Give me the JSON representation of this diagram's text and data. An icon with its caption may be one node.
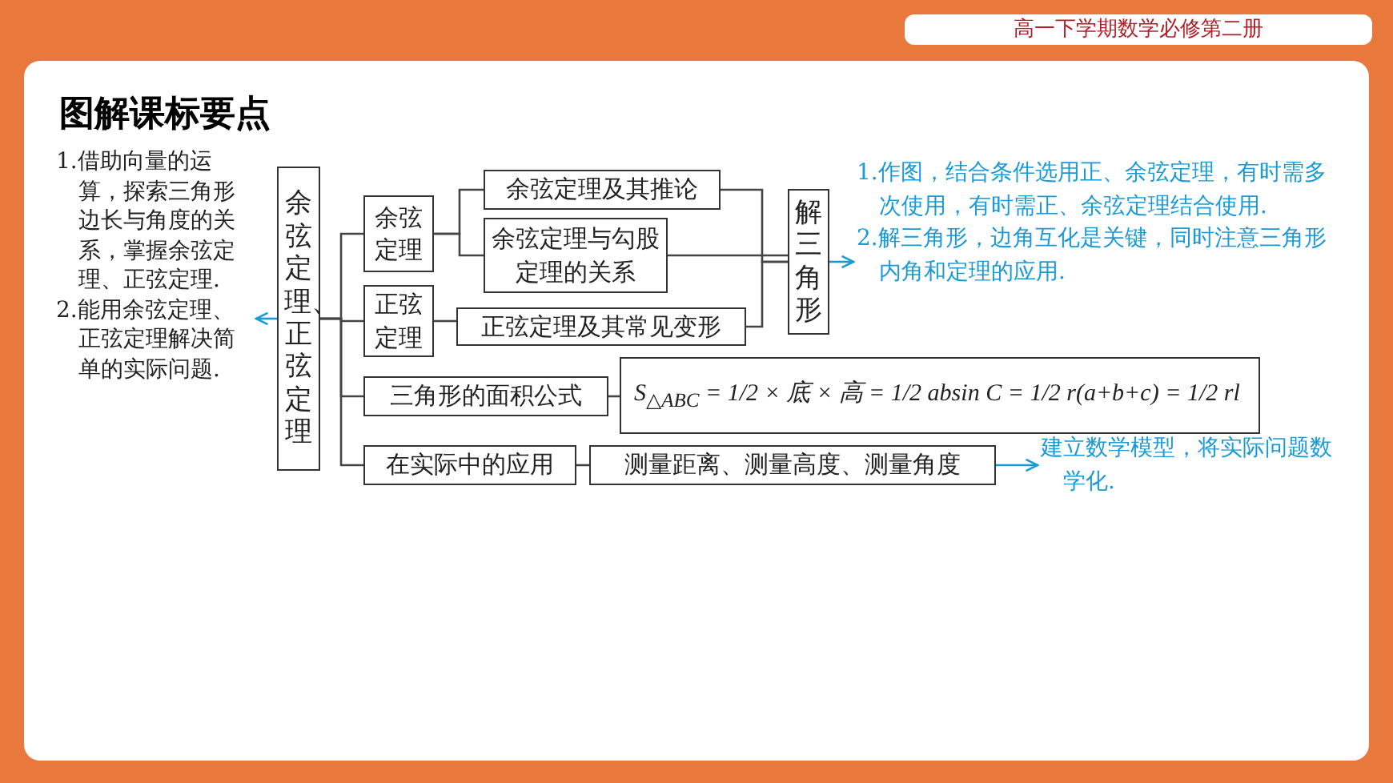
{
  "diagram": {
    "title": "图解课标要点",
    "nodes": [
      {
        "text": [
          "1.借助向量的运算，探索三角形边长与角度的关系，掌握余弦定理、正弦定理.",
          "2.能用余弦定理、正弦定理解决简单的实际问题."
        ]
      },
      {
        "text": [
          "余弦定理、正弦定理"
        ]
      },
      {
        "text": [
          "余弦定理"
        ]
      },
      {
        "text": [
          "正弦定理"
        ]
      },
      {
        "text": [
          "三角形的面积公式"
        ]
      },
      {
        "text": [
          "在实际中的应用"
        ]
      },
      {
        "text": [
          "余弦定理及其推论"
        ]
      },
      {
        "text": [
          "余弦定理与勾股定理的关系"
        ]
      },
      {
        "text": [
          "正弦定理及其常见变形"
        ]
      },
      {
        "text": [
          "解三角形"
        ]
      },
      {
        "text": [
          "S$_{△ABC}$ = 1/2 × 底 × 高 = 1/2 absin C = 1/2 r(a+b+c) = 1/2 rl"
        ]
      },
      {
        "text": [
          "测量距离、测量高度、测量角度"
        ]
      },
      {
        "text": [
          "1.作图，结合条件选用正、余弦定理，有时需多次使用，有时需正、余弦定理结合使用.",
          "2.解三角形，边角互化是关键，同时注意三角形内角和定理的应用."
        ]
      },
      {
        "text": [
          "建立数学模型，将实际问题数学化."
        ]
      }
    ],
    "edges": [
      {
        "from": 1,
        "to": 0,
        "arrow": "to",
        "color": "#1a9ad6"
      },
      {
        "from": 1,
        "to": 2,
        "arrow": "none"
      },
      {
        "from": 1,
        "to": 3,
        "arrow": "none"
      },
      {
        "from": 1,
        "to": 4,
        "arrow": "none"
      },
      {
        "from": 1,
        "to": 5,
        "arrow": "none"
      },
      {
        "from": 2,
        "to": 6,
        "arrow": "none"
      },
      {
        "from": 2,
        "to": 7,
        "arrow": "none"
      },
      {
        "from": 3,
        "to": 8,
        "arrow": "none"
      },
      {
        "from": 6,
        "to": 9,
        "arrow": "none"
      },
      {
        "from": 7,
        "to": 9,
        "arrow": "none"
      },
      {
        "from": 8,
        "to": 9,
        "arrow": "none"
      },
      {
        "from": 9,
        "to": 12,
        "arrow": "to",
        "color": "#1a9ad6"
      },
      {
        "from": 4,
        "to": 10,
        "arrow": "none"
      },
      {
        "from": 5,
        "to": 11,
        "arrow": "none"
      },
      {
        "from": 11,
        "to": 13,
        "arrow": "to",
        "color": "#1a9ad6"
      }
    ],
    "labels": [
      "高一下学期数学必修第二册"
    ]
  }
}
